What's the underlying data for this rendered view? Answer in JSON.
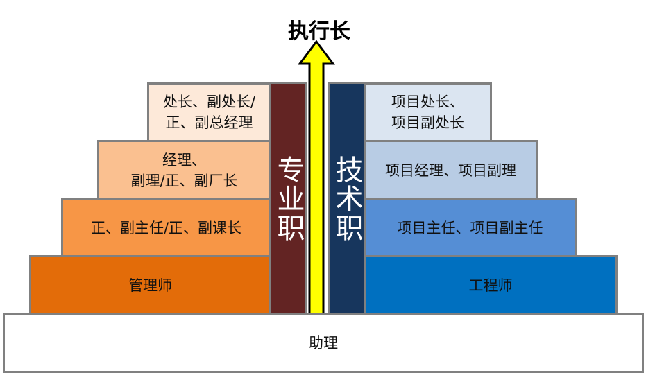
{
  "title": "执行长",
  "base": "助理",
  "left_column": {
    "label": "专业职",
    "color": "#632423",
    "levels": [
      {
        "label": "处长、副处长/\n正、副总经理",
        "color": "#fde9d9"
      },
      {
        "label": "经理、\n副理/正、副厂长",
        "color": "#fac090"
      },
      {
        "label": "正、副主任/正、副课长",
        "color": "#f79646"
      },
      {
        "label": "管理师",
        "color": "#e36c09"
      }
    ]
  },
  "right_column": {
    "label": "技术职",
    "color": "#17365d",
    "levels": [
      {
        "label": "项目处长、\n项目副处长",
        "color": "#dbe5f1"
      },
      {
        "label": "项目经理、项目副理",
        "color": "#b8cce4"
      },
      {
        "label": "项目主任、项目副主任",
        "color": "#558ed5"
      },
      {
        "label": "工程师",
        "color": "#0070c0"
      }
    ]
  },
  "arrow_color": "#ffff00"
}
